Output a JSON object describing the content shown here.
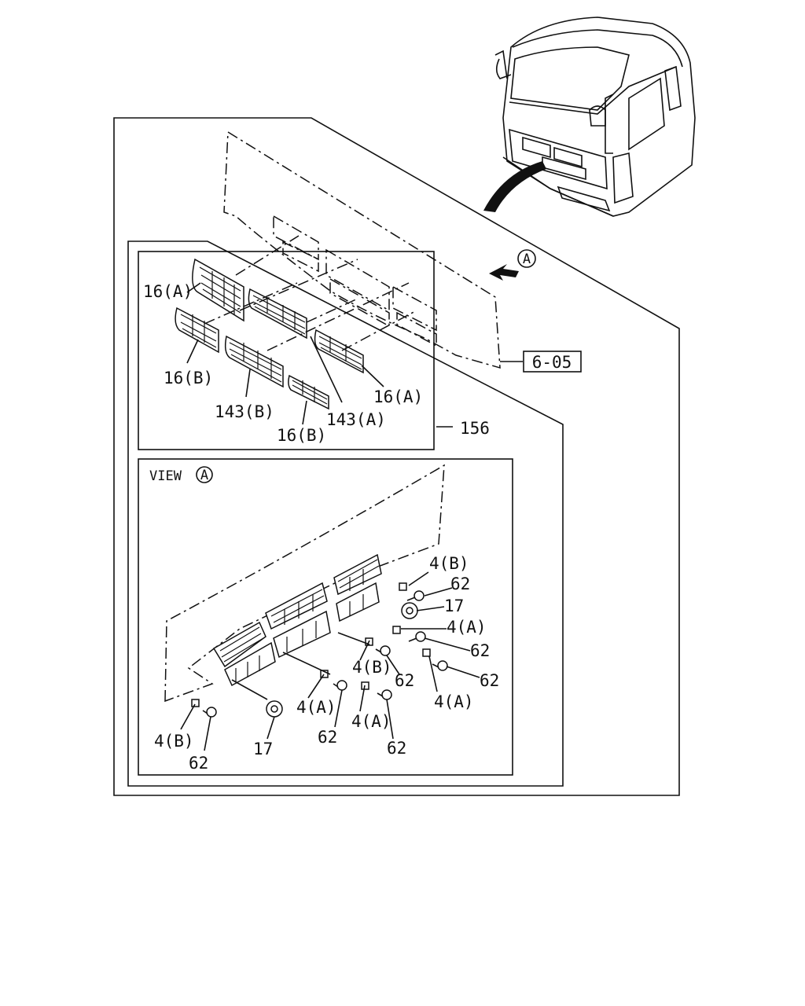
{
  "labels": {
    "grille_16a_top": "16(A)",
    "grille_16b_left": "16(B)",
    "grille_143b": "143(B)",
    "grille_143a": "143(A)",
    "grille_16a_right": "16(A)",
    "grille_16b_bottom": "16(B)",
    "assembly_156": "156",
    "ref_6_05": "6-05",
    "view_marker": "A",
    "view_title": "VIEW",
    "view_circle": "A"
  },
  "view_labels": {
    "clip_4b_top": "4(B)",
    "bolt_62_a": "62",
    "washer_17_right": "17",
    "clip_4a_right": "4(A)",
    "bolt_62_b": "62",
    "clip_4b_mid": "4(B)",
    "bolt_62_c": "62",
    "bolt_62_d": "62",
    "clip_4a_far": "4(A)",
    "clip_4a_mid": "4(A)",
    "bolt_62_e": "62",
    "clip_4a_low": "4(A)",
    "bolt_62_f": "62",
    "clip_4b_left": "4(B)",
    "bolt_62_g": "62",
    "washer_17_left": "17"
  },
  "colors": {
    "line": "#111111",
    "background": "#ffffff"
  }
}
